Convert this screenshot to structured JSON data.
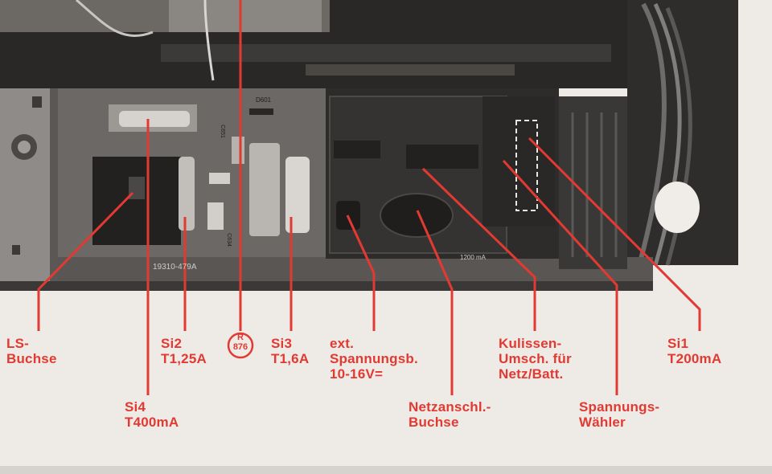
{
  "labels": {
    "ls_buchse": "LS-\nBuchse",
    "si4": "Si4\nT400mA",
    "si2": "Si2\nT1,25A",
    "si3": "Si3\nT1,6A",
    "ext_spannung": "ext.\nSpannungsb.\n10-16V=",
    "netzanschl": "Netzanschl.-\nBuchse",
    "kulissen": "Kulissen-\nUmsch. für\nNetz/Batt.",
    "spannungswahler": "Spannungs-\nWähler",
    "si1": "Si1\nT200mA"
  },
  "marker": {
    "text": "R\n876"
  },
  "board_prints": {
    "part_number": "19310-479A",
    "rating": "1200 mA",
    "diode": "D601",
    "capacitor": "C651",
    "ic": "C634"
  },
  "colors": {
    "accent": "#e23a32",
    "paper": "#eeeae6",
    "chassis": "#2a2826"
  }
}
